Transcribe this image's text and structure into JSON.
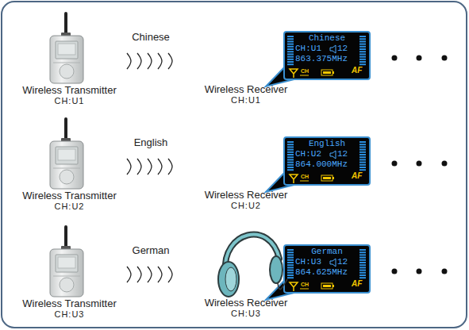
{
  "diagram": {
    "nodes": [
      {
        "text": [
          "Wireless Transmitter",
          "CH:U1"
        ]
      },
      {
        "text": [
          "Chinese",
          "CH:U1",
          "12",
          "863.375MHz",
          "CH",
          "AF",
          "Wireless Receiver",
          "CH:U1"
        ]
      },
      {
        "text": [
          "Wireless Transmitter",
          "CH:U2"
        ]
      },
      {
        "text": [
          "English",
          "CH:U2",
          "12",
          "864.000MHz",
          "CH",
          "AF",
          "Wireless Receiver",
          "CH:U2"
        ]
      },
      {
        "text": [
          "Wireless Transmitter",
          "CH:U3"
        ]
      },
      {
        "text": [
          "German",
          "CH:U3",
          "12",
          "864.625MHz",
          "CH",
          "AF",
          "Wireless Receiver",
          "CH:U3"
        ]
      }
    ],
    "edges": [
      {
        "from": 0,
        "to": 1,
        "arrow": "none",
        "label": "Chinese"
      },
      {
        "from": 2,
        "to": 3,
        "arrow": "none",
        "label": "English"
      },
      {
        "from": 4,
        "to": 5,
        "arrow": "none",
        "label": "German"
      }
    ]
  }
}
